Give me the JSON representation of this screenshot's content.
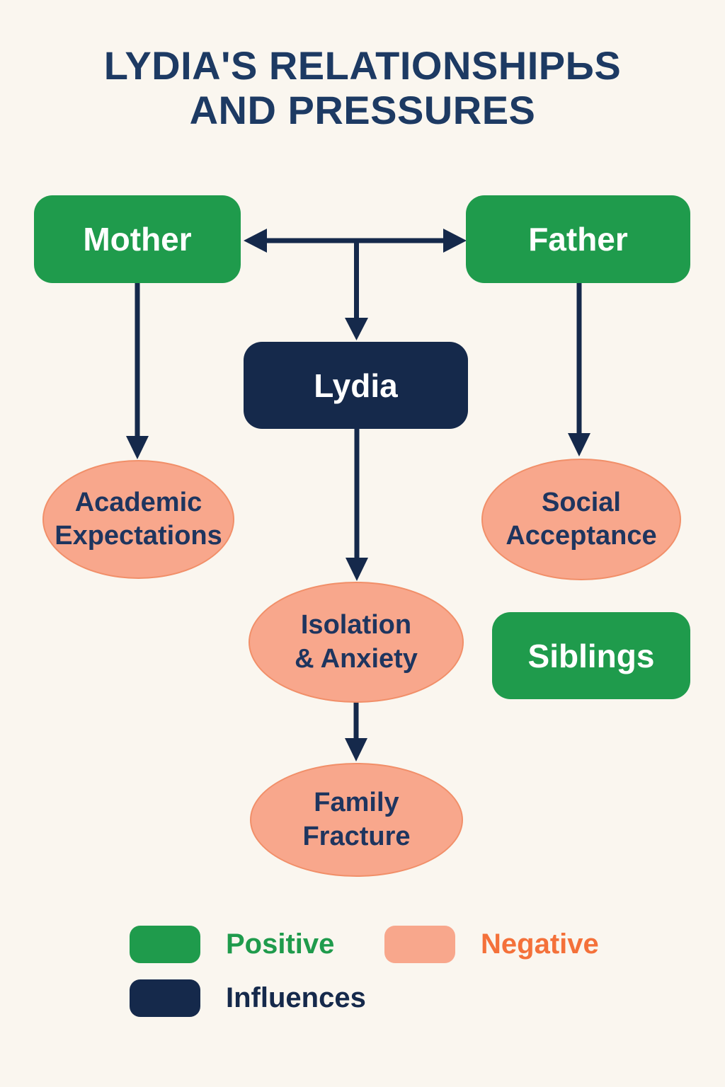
{
  "title": {
    "line1": "LYDIA'S RELATIONSHIPЬS",
    "line2": "AND PRESSURES"
  },
  "nodes": {
    "mother": {
      "label": "Mother",
      "kind": "positive"
    },
    "father": {
      "label": "Father",
      "kind": "positive"
    },
    "lydia": {
      "label": "Lydia",
      "kind": "influence"
    },
    "siblings": {
      "label": "Siblings",
      "kind": "positive"
    },
    "academic_expectations": {
      "label": "Academic Expectations",
      "lines": [
        "Academic",
        "Expectations"
      ],
      "kind": "negative"
    },
    "social_acceptance": {
      "label": "Social Acceptance",
      "lines": [
        "Social",
        "Acceptance"
      ],
      "kind": "negative"
    },
    "isolation_anxiety": {
      "label": "Isolation & Anxiety",
      "lines": [
        "Isolation",
        "& Anxiety"
      ],
      "kind": "negative"
    },
    "family_fracture": {
      "label": "Family Fracture",
      "lines": [
        "Family",
        "Fracture"
      ],
      "kind": "negative"
    }
  },
  "edges": [
    {
      "from": "mother",
      "to": "father",
      "style": "double-arrow"
    },
    {
      "from": "mother-father-link",
      "to": "lydia",
      "style": "arrow"
    },
    {
      "from": "mother",
      "to": "academic_expectations",
      "style": "arrow"
    },
    {
      "from": "father",
      "to": "social_acceptance",
      "style": "arrow"
    },
    {
      "from": "lydia",
      "to": "isolation_anxiety",
      "style": "arrow"
    },
    {
      "from": "isolation_anxiety",
      "to": "family_fracture",
      "style": "arrow"
    }
  ],
  "legend": {
    "items": [
      {
        "label": "Positive",
        "swatch_color": "#1f9b4c",
        "label_color": "#1f9b4c"
      },
      {
        "label": "Negative",
        "swatch_color": "#f8a78c",
        "label_color": "#f4713a"
      },
      {
        "label": "Influences",
        "swatch_color": "#15294b",
        "label_color": "#15294b"
      }
    ]
  },
  "colors": {
    "background": "#faf6ef",
    "positive": "#1f9b4c",
    "negative_fill": "#f8a78c",
    "negative_border": "#f18f69",
    "influence": "#15294b",
    "arrow": "#15294b",
    "title_text": "#1d3a63",
    "node_text_dark": "#1e355f",
    "node_text_light": "#ffffff"
  }
}
